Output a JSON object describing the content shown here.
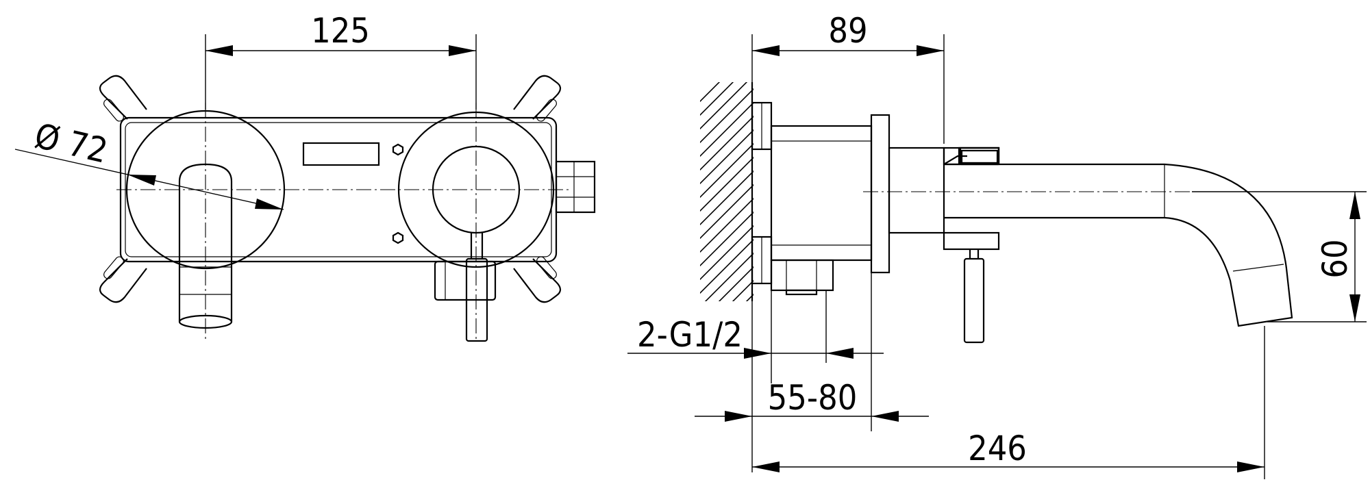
{
  "dimensions": {
    "width_125": "125",
    "diameter_72": "Ø 72",
    "depth_89": "89",
    "height_60": "60",
    "thread_2g12": "2-G1/2",
    "range_55_80": "55-80",
    "length_246": "246"
  }
}
